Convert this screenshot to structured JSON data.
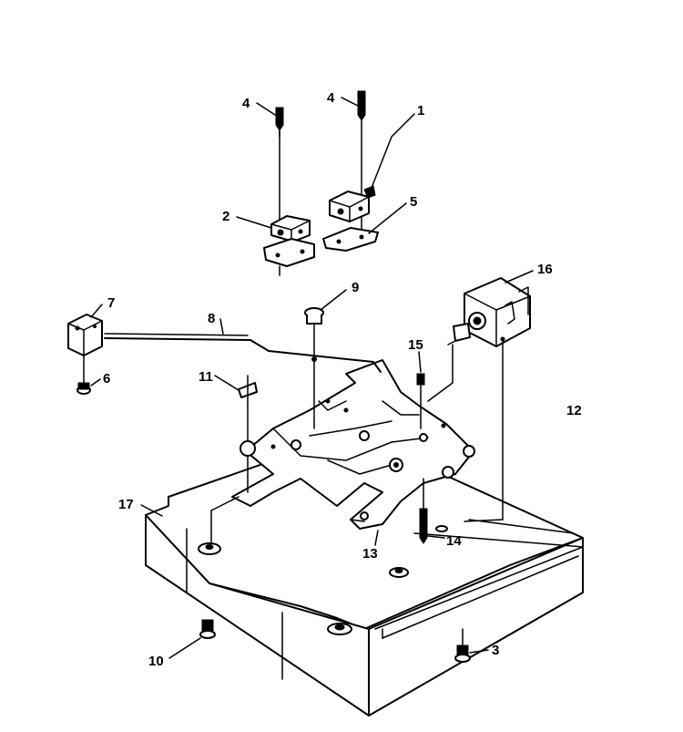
{
  "callouts": [
    {
      "id": "c4a",
      "text": "4"
    },
    {
      "id": "c4b",
      "text": "4"
    },
    {
      "id": "c1",
      "text": "1"
    },
    {
      "id": "c2",
      "text": "2"
    },
    {
      "id": "c5",
      "text": "5"
    },
    {
      "id": "c7",
      "text": "7"
    },
    {
      "id": "c8",
      "text": "8"
    },
    {
      "id": "c9",
      "text": "9"
    },
    {
      "id": "c16",
      "text": "16"
    },
    {
      "id": "c6",
      "text": "6"
    },
    {
      "id": "c11",
      "text": "11"
    },
    {
      "id": "c15",
      "text": "15"
    },
    {
      "id": "c12",
      "text": "12"
    },
    {
      "id": "c17",
      "text": "17"
    },
    {
      "id": "c13",
      "text": "13"
    },
    {
      "id": "c14",
      "text": "14"
    },
    {
      "id": "c10",
      "text": "10"
    },
    {
      "id": "c3",
      "text": "3"
    }
  ]
}
